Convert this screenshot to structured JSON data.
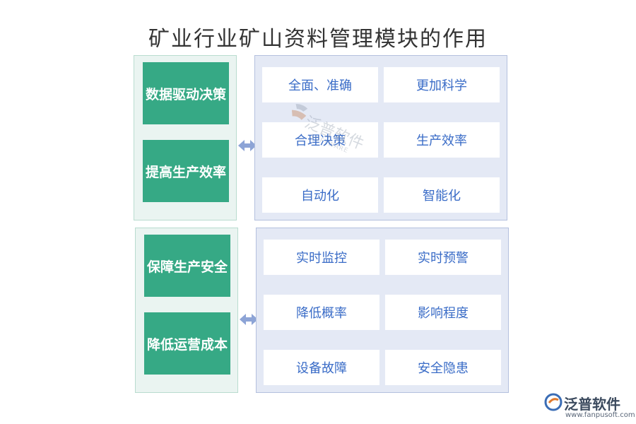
{
  "title": "矿业行业矿山资料管理模块的作用",
  "groups": [
    {
      "left_boxes": [
        "数据驱动决策",
        "提高生产效率"
      ],
      "cells": [
        "全面、准确",
        "更加科学",
        "合理决策",
        "生产效率",
        "自动化",
        "智能化"
      ]
    },
    {
      "left_boxes": [
        "保障生产安全",
        "降低运营成本"
      ],
      "cells": [
        "实时监控",
        "实时预警",
        "降低概率",
        "影响程度",
        "设备故障",
        "安全隐患"
      ]
    }
  ],
  "watermark": {
    "text": "泛普软件",
    "sub": "SOFTWARE"
  },
  "logo": {
    "name": "泛普软件",
    "url": "www.fanpusoft.com"
  },
  "colors": {
    "green": "#36a985",
    "blue_text": "#3a6cc7",
    "panel_blue": "#e4e9f5",
    "panel_green": "#eaf4f1",
    "arrow": "#8da4d6"
  }
}
